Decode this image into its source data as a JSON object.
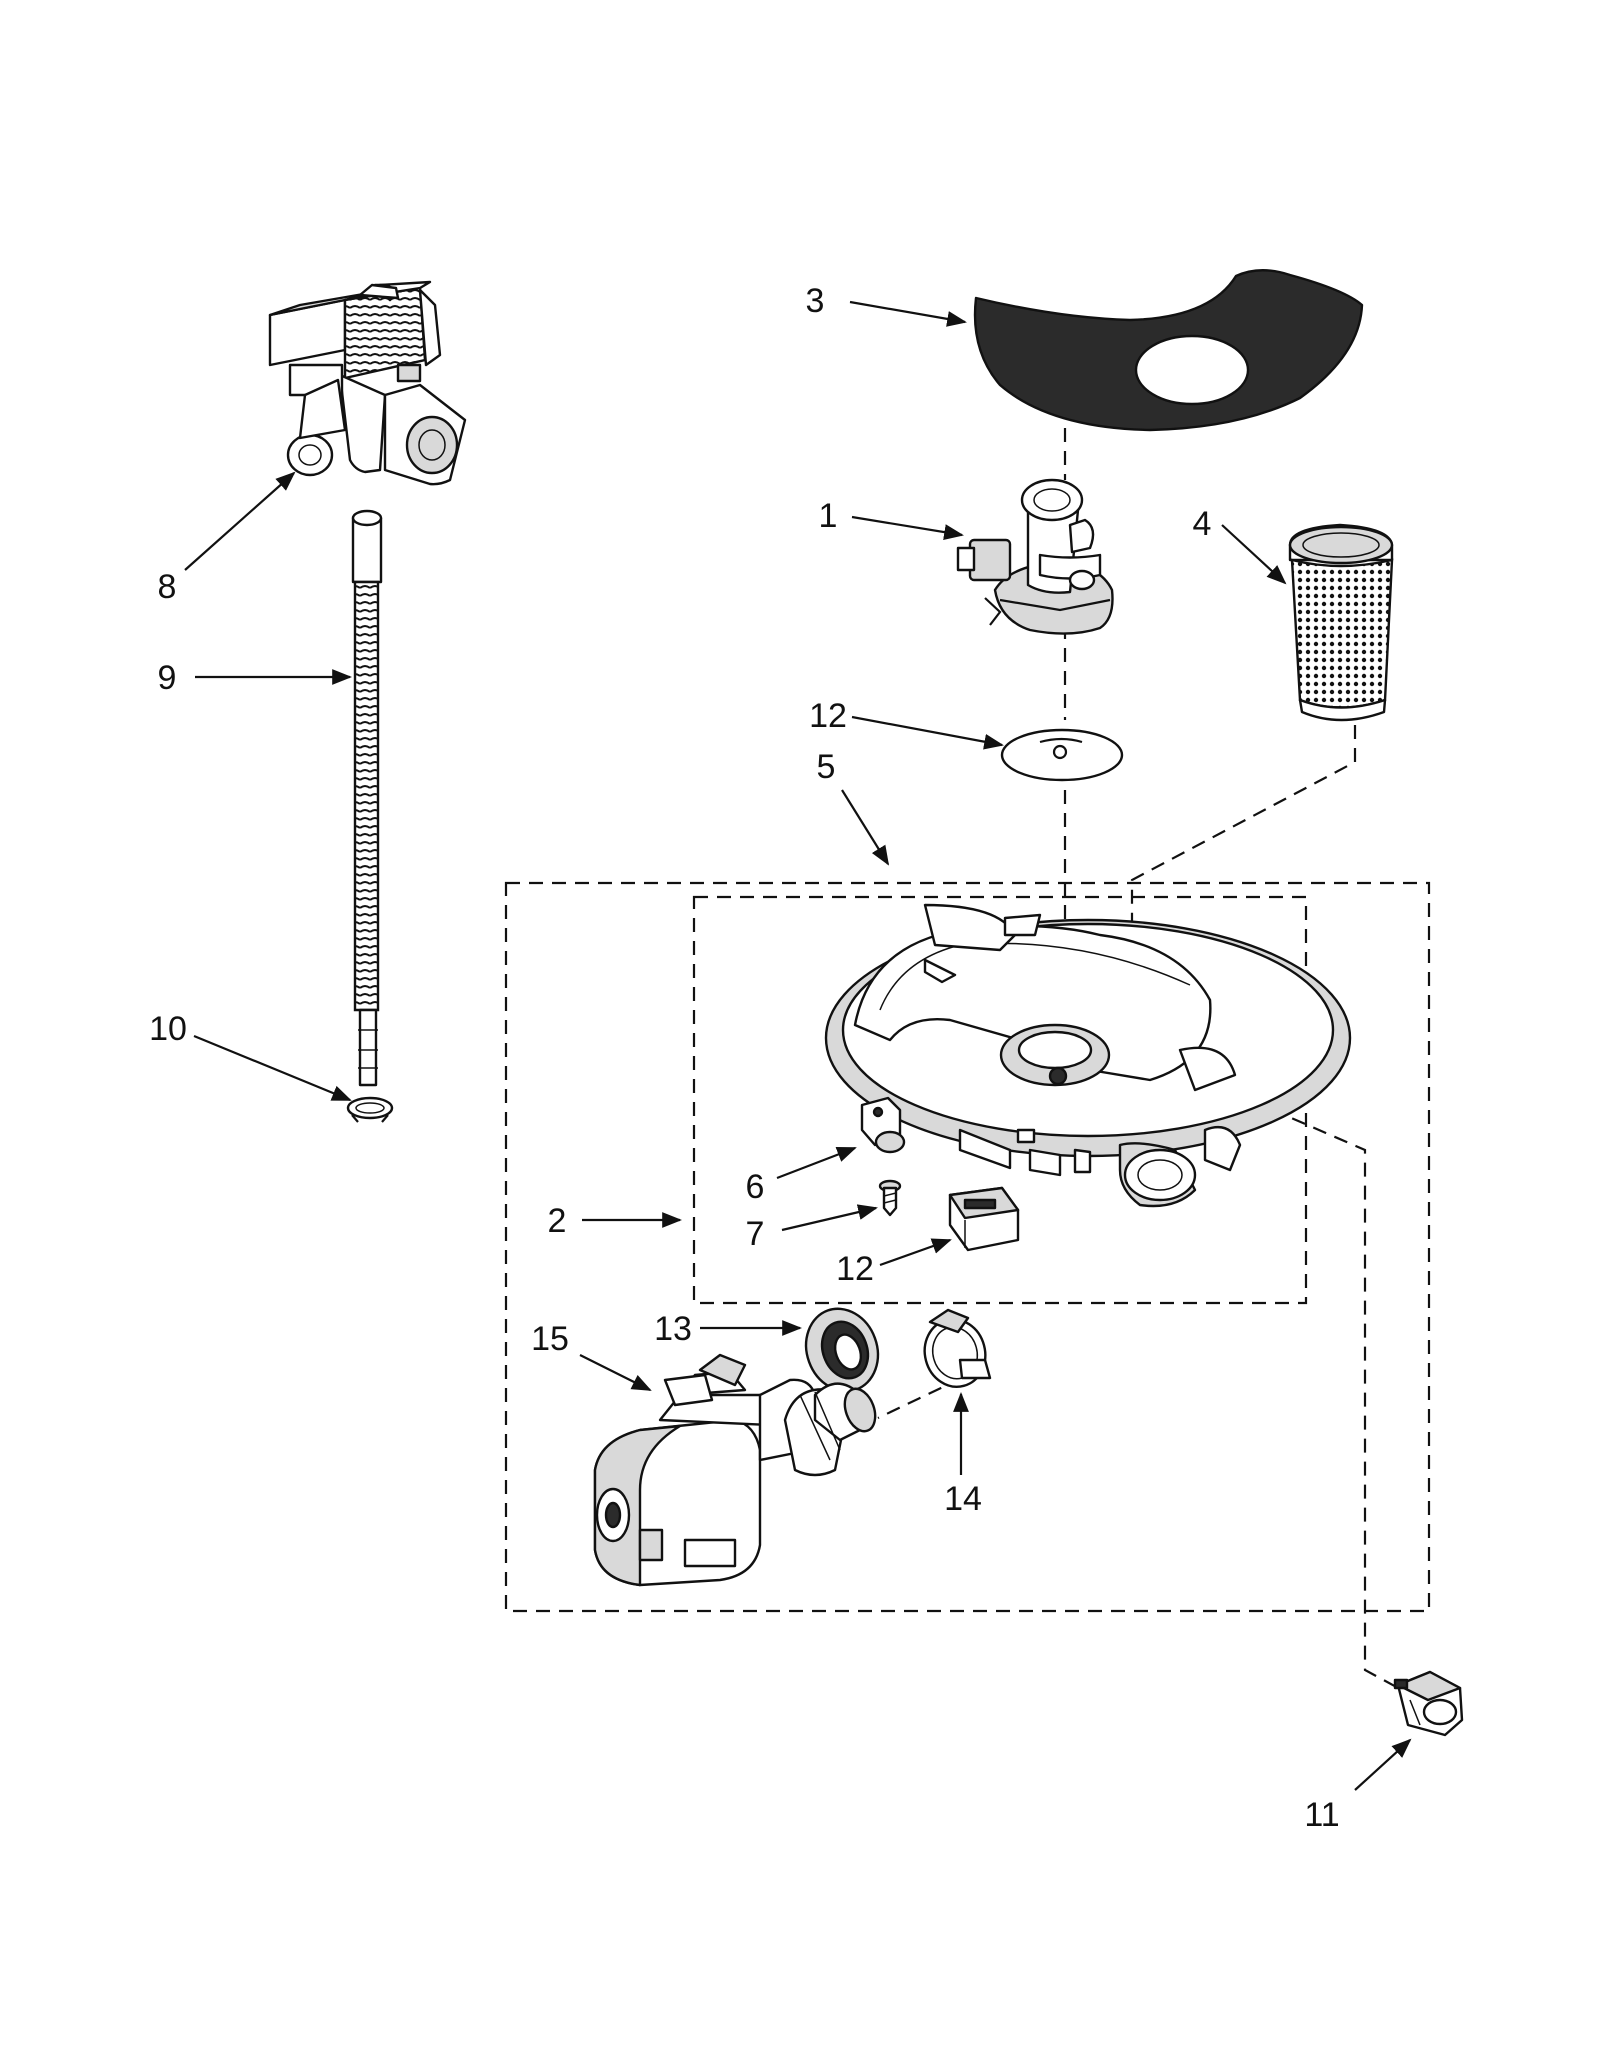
{
  "callouts": [
    {
      "id": "c1",
      "text": "1"
    },
    {
      "id": "c2",
      "text": "2"
    },
    {
      "id": "c3",
      "text": "3"
    },
    {
      "id": "c4",
      "text": "4"
    },
    {
      "id": "c5",
      "text": "5"
    },
    {
      "id": "c6",
      "text": "6"
    },
    {
      "id": "c7",
      "text": "7"
    },
    {
      "id": "c8",
      "text": "8"
    },
    {
      "id": "c9",
      "text": "9"
    },
    {
      "id": "c10",
      "text": "10"
    },
    {
      "id": "c11",
      "text": "11"
    },
    {
      "id": "c12a",
      "text": "12"
    },
    {
      "id": "c12b",
      "text": "12"
    },
    {
      "id": "c13",
      "text": "13"
    },
    {
      "id": "c14",
      "text": "14"
    },
    {
      "id": "c15",
      "text": "15"
    }
  ],
  "colors": {
    "ink": "#111111",
    "paper": "#ffffff",
    "shade": "#d9d9d9",
    "dark": "#2b2b2b"
  }
}
